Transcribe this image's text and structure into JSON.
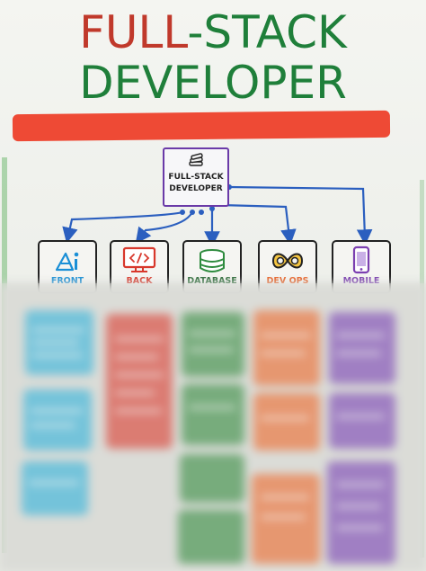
{
  "header": {
    "title_word1": "FULL",
    "title_dash": "-",
    "title_word2": "STACK",
    "title_line2": "DEVELOPER"
  },
  "center_node": {
    "label_line1": "FULL-STACK",
    "label_line2": "DEVELOPER",
    "icon": "stack-icon"
  },
  "nodes": [
    {
      "label": "FRONT",
      "icon": "frontend-icon",
      "color": "#1a8fd6"
    },
    {
      "label": "BACK",
      "icon": "code-monitor-icon",
      "color": "#d8382c"
    },
    {
      "label": "DATABASE",
      "icon": "database-icon",
      "color": "#2e8b3e"
    },
    {
      "label": "DEV OPS",
      "icon": "infinity-icon",
      "color": "#e8632a"
    },
    {
      "label": "MOBILE",
      "icon": "mobile-icon",
      "color": "#7b3fb0"
    }
  ],
  "colors": {
    "frontend": "#2aa5d8",
    "backend": "#d8382c",
    "database": "#2e8b3e",
    "devops": "#e8632a",
    "mobile": "#7b3fb0",
    "arrow": "#2b5fbf",
    "redacted": "#ee4a35"
  }
}
